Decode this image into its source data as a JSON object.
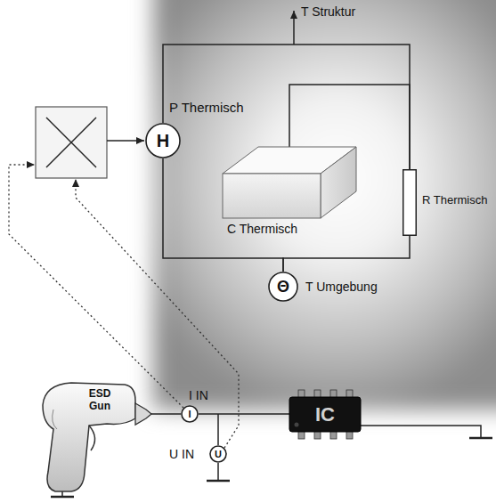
{
  "diagram": {
    "nodes": [
      {
        "text": [
          "H",
          "P Thermisch"
        ]
      },
      {
        "text": [
          "Θ",
          "T Umgebung"
        ]
      },
      {
        "text": [
          "C Thermisch"
        ]
      },
      {
        "text": [
          "R Thermisch"
        ]
      },
      {
        "text": [
          "I",
          "I IN"
        ]
      },
      {
        "text": [
          "U",
          "U IN"
        ]
      },
      {
        "text": [
          "ESD Gun"
        ]
      },
      {
        "text": [
          "IC"
        ]
      }
    ],
    "edges": [
      {
        "from": 6,
        "to": 4,
        "arrow": "none"
      },
      {
        "from": 4,
        "to": 7,
        "arrow": "none"
      },
      {
        "from": 0,
        "to": 3,
        "arrow": "none"
      },
      {
        "from": 2,
        "to": 3,
        "arrow": "none"
      },
      {
        "from": 0,
        "to": 1,
        "arrow": "none"
      },
      {
        "from": 3,
        "to": 1,
        "arrow": "none"
      }
    ],
    "labels": [
      "T Struktur"
    ]
  }
}
